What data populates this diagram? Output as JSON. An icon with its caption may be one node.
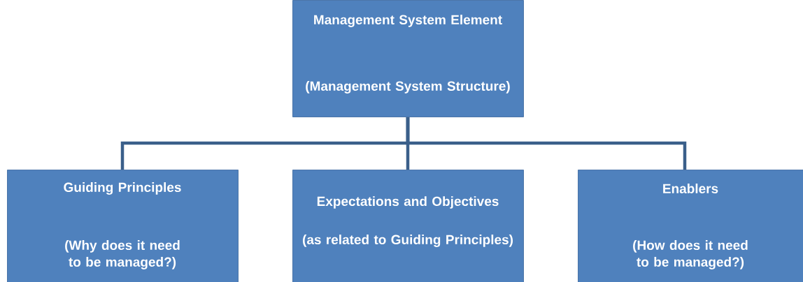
{
  "diagram": {
    "nodes": [
      {
        "text": [
          "Management System Element",
          "(Management System Structure)"
        ]
      },
      {
        "text": [
          "Guiding Principles",
          "(Why does it need to be managed?)"
        ]
      },
      {
        "text": [
          "Expectations and Objectives",
          "(as related to Guiding Principles)"
        ]
      },
      {
        "text": [
          "Enablers",
          "(How does it need to be managed?)"
        ]
      }
    ],
    "edges": [
      {
        "from": 0,
        "to": 1,
        "arrow": "none"
      },
      {
        "from": 0,
        "to": 2,
        "arrow": "none"
      },
      {
        "from": 0,
        "to": 3,
        "arrow": "none"
      }
    ]
  }
}
